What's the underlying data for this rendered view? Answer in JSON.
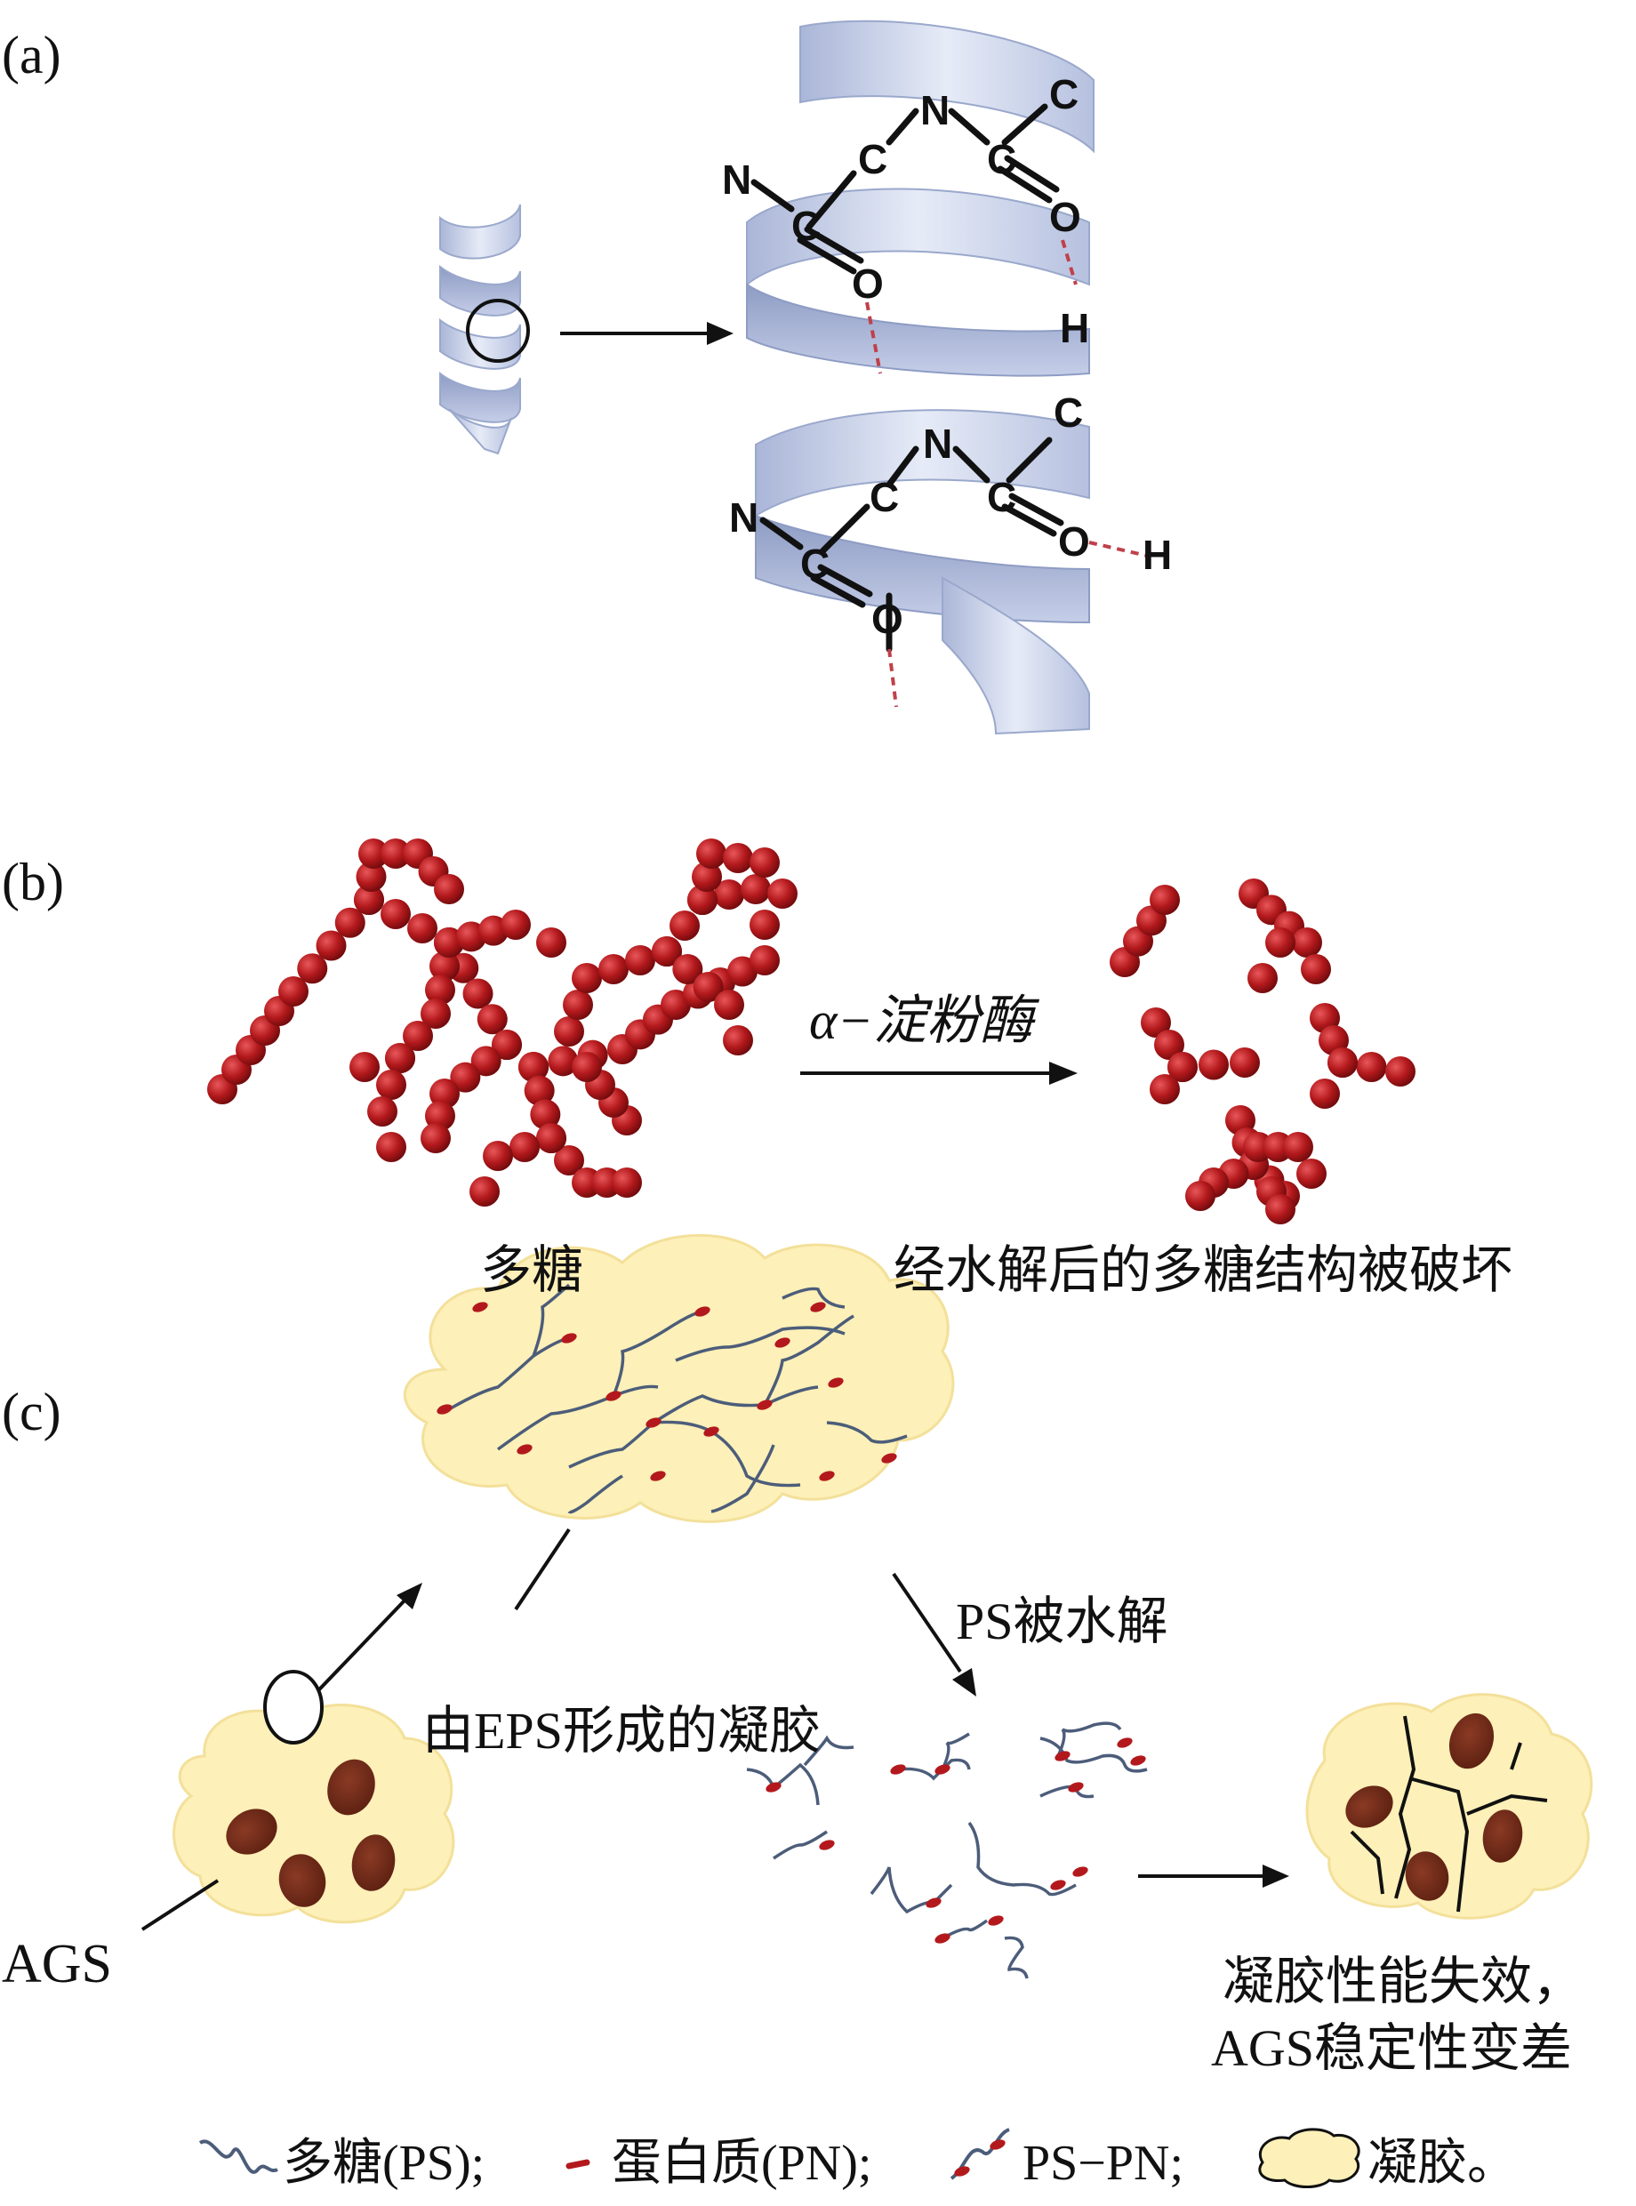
{
  "panels": {
    "a": {
      "label": "(a)"
    },
    "b": {
      "label": "(b)"
    },
    "c": {
      "label": "(c)"
    }
  },
  "helix": {
    "atoms_upper": [
      "N",
      "C",
      "O",
      "C",
      "N",
      "C",
      "O",
      "C",
      "H"
    ],
    "atoms_lower": [
      "N",
      "C",
      "O",
      "C",
      "N",
      "C",
      "O",
      "C",
      "H"
    ]
  },
  "panel_b": {
    "arrow_label": "α−淀粉酶",
    "left_caption": "多糖",
    "right_caption": "经水解后的多糖结构被破坏"
  },
  "panel_c": {
    "eps_gel_label": "由EPS形成的凝胶",
    "ps_hydrolyzed_label": "PS被水解",
    "ags_label": "AGS",
    "result_line1": "凝胶性能失效，",
    "result_line2": "AGS稳定性变差"
  },
  "legend": {
    "polysaccharide": "多糖(PS);",
    "protein": "蛋白质(PN);",
    "ps_pn": "PS−PN;",
    "gel": "凝胶。"
  },
  "colors": {
    "helix_ribbon": "#c9d3ea",
    "helix_dark": "#9aa8cc",
    "bead": "#b3191c",
    "gel": "#fdf0b8",
    "core": "#6b2a1a",
    "chain": "#4c5d7a",
    "hbond": "#c0404a"
  }
}
